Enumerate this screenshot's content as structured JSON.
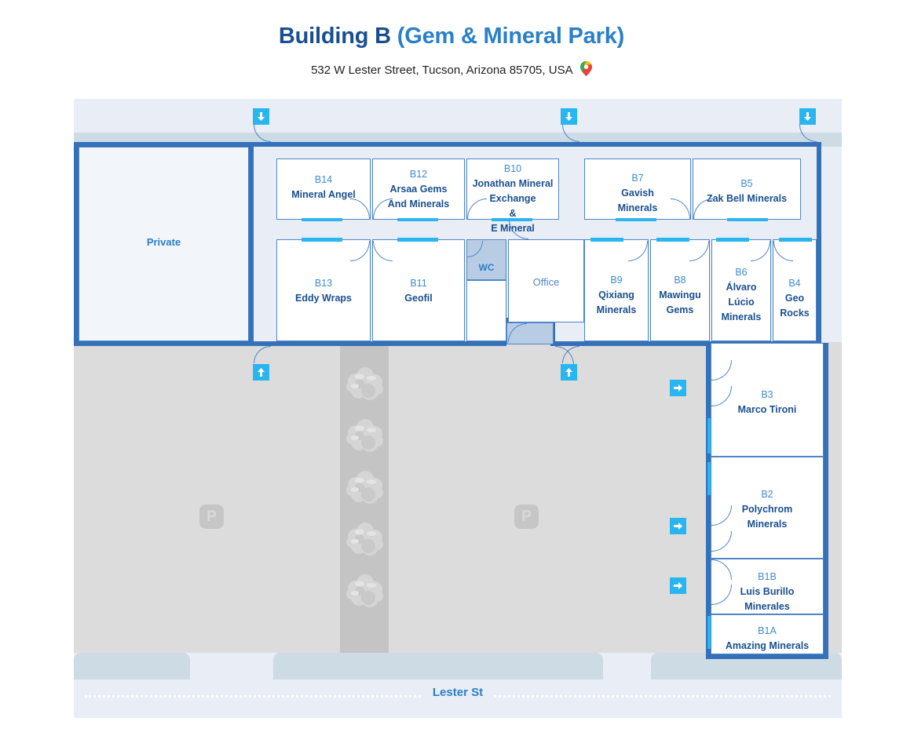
{
  "header": {
    "title_main": "Building B",
    "title_sub": " (Gem & Mineral Park)",
    "address": "532 W Lester Street, Tucson, Arizona 85705, USA",
    "pin_icon": "map-pin-icon"
  },
  "map": {
    "street_label": "Lester St",
    "private_label": "Private",
    "wc_label": "WC",
    "office_label": "Office",
    "parking_symbol": "P",
    "entrance_down_icon": "arrow-down-icon",
    "entrance_up_icon": "arrow-up-icon",
    "entrance_right_icon": "arrow-right-icon",
    "colors": {
      "wall": "#3471b8",
      "room_border": "#4f86c6",
      "window": "#29b6f0",
      "unit_text": "#3f8ad1",
      "business_text": "#1a4f8f",
      "title": "#1a4f8f",
      "title_accent": "#2a7fc9",
      "ground": "#e9edf6",
      "parking": "#dcdcdc",
      "sidewalk": "#ccdbe4",
      "median": "#c4c4c4"
    }
  },
  "units": {
    "b14": {
      "unit": "B14",
      "name": "Mineral Angel"
    },
    "b12": {
      "unit": "B12",
      "name": "Arsaa Gems\nAnd Minerals"
    },
    "b10": {
      "unit": "B10",
      "name": "Jonathan Mineral\nExchange\n&\nE Mineral"
    },
    "b7": {
      "unit": "B7",
      "name": "Gavish\nMinerals"
    },
    "b5": {
      "unit": "B5",
      "name": "Zak Bell Minerals"
    },
    "b13": {
      "unit": "B13",
      "name": "Eddy Wraps"
    },
    "b11": {
      "unit": "B11",
      "name": "Geofil"
    },
    "b9": {
      "unit": "B9",
      "name": "Qixiang\nMinerals"
    },
    "b8": {
      "unit": "B8",
      "name": "Mawingu\nGems"
    },
    "b6": {
      "unit": "B6",
      "name": "Álvaro\nLúcio\nMinerals"
    },
    "b4": {
      "unit": "B4",
      "name": "Geo Rocks"
    },
    "b3": {
      "unit": "B3",
      "name": "Marco Tironi"
    },
    "b2": {
      "unit": "B2",
      "name": "Polychrom\nMinerals"
    },
    "b1b": {
      "unit": "B1B",
      "name": "Luis Burillo\nMinerales"
    },
    "b1a": {
      "unit": "B1A",
      "name": "Amazing Minerals"
    }
  }
}
